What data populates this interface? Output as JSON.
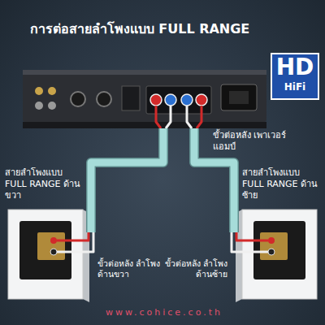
{
  "diagram": {
    "title": "การต่อสายลำโพงแบบ FULL RANGE",
    "labels": [
      "HD",
      "HiFi",
      "ขั้วต่อหลัง เพาเวอร์แอมป์",
      "สายลำโพงแบบ FULL RANGE ด้านขวา",
      "สายลำโพงแบบ FULL RANGE ด้านซ้าย",
      "ขั้วต่อหลัง ลำโพงด้านขวา",
      "ขั้วต่อหลัง ลำโพงด้านซ้าย",
      "www.cohice.co.th"
    ]
  }
}
